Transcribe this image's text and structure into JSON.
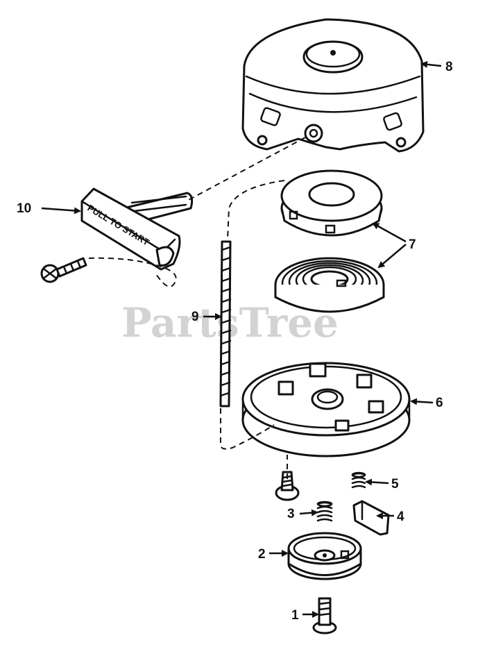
{
  "watermark": "PartsTree",
  "handle_text": "PULL TO START",
  "callouts": [
    {
      "id": "1",
      "label": "1"
    },
    {
      "id": "2",
      "label": "2"
    },
    {
      "id": "3",
      "label": "3"
    },
    {
      "id": "4",
      "label": "4"
    },
    {
      "id": "5",
      "label": "5"
    },
    {
      "id": "6",
      "label": "6"
    },
    {
      "id": "7",
      "label": "7"
    },
    {
      "id": "8",
      "label": "8"
    },
    {
      "id": "9",
      "label": "9"
    },
    {
      "id": "10",
      "label": "10"
    }
  ]
}
